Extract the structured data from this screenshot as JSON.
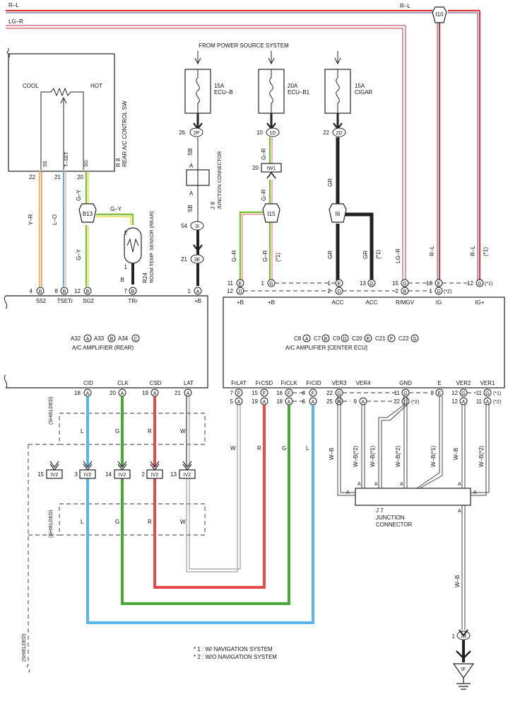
{
  "top_wires": {
    "rl": "R–L",
    "lgr": "LG–R",
    "rl_right": "R–L"
  },
  "i10": "I10",
  "source": "FROM POWER SOURCE SYSTEM",
  "fuses": [
    {
      "amp": "15A",
      "name": "ECU–B",
      "pin": "26",
      "conn": "2P"
    },
    {
      "amp": "20A",
      "name": "ECU–B1",
      "pin": "10",
      "conn": "1D"
    },
    {
      "amp": "15A",
      "name": "CIGAR",
      "pin": "22",
      "conn": "2D"
    }
  ],
  "control_sw": {
    "code": "R 8",
    "name": "REAR A/C CONTROL SW",
    "cool": "COOL",
    "hot": "HOT",
    "pins": [
      "S5",
      "T–SET",
      "SG"
    ],
    "nums": [
      "22",
      "21",
      "20"
    ],
    "wires": [
      "Y–R",
      "L–O",
      "G–Y"
    ]
  },
  "b13": "B13",
  "gy": "G–Y",
  "sensor": {
    "code": "R24",
    "name": "ROOM TEMP. SENSOR (REAR)",
    "pin_top": "2",
    "pin_bot": "1",
    "wire": "B"
  },
  "j9": {
    "code": "J 9",
    "name": "JUNCTION CONNECTOR",
    "a": "A",
    "sb": "SB",
    "p1": "54",
    "c1": "3I",
    "p2": "21",
    "c2": "3E"
  },
  "rear_amp": {
    "line1": [
      "A32",
      "A",
      "A33",
      "B",
      "A34",
      "C"
    ],
    "name": "A/C AMPLIFIER (REAR)",
    "top_labels": [
      "S52",
      "TSETr",
      "SG2",
      "TRr",
      "+B"
    ],
    "top_pins": [
      "4",
      "8",
      "12",
      "7",
      "1"
    ],
    "top_conns": [
      "B",
      "B",
      "B",
      "B",
      "A"
    ],
    "bot_labels": [
      "CID",
      "CLK",
      "CSD",
      "LAT"
    ],
    "bot_pins": [
      "18",
      "20",
      "19",
      "21"
    ],
    "bot_conns": [
      "A",
      "A",
      "A",
      "A"
    ]
  },
  "iw1": {
    "pin": "20",
    "name": "IW1"
  },
  "i15": "I15",
  "i6": "I6",
  "center_amp": {
    "line1": [
      "C8",
      "A",
      "C7",
      "B",
      "C9",
      "D",
      "C20",
      "E",
      "C21",
      "F",
      "C22",
      "G"
    ],
    "name": "A/C AMPLIFIER [CENTER ECU]",
    "top_labels": [
      "+B",
      "+B",
      "ACC",
      "ACC",
      "R/MGV",
      "IG",
      "IG+"
    ],
    "bot_labels": [
      "FrLAT",
      "FrCSD",
      "FrCLK",
      "FrCID",
      "VER3",
      "VER4",
      "GND",
      "E",
      "VER2",
      "VER1"
    ]
  },
  "center_top_rows": [
    [
      "11",
      "E"
    ],
    [
      "12",
      "D"
    ],
    [
      "1",
      "G"
    ],
    [
      "1",
      "E"
    ],
    [
      "2",
      "D"
    ],
    [
      "13",
      "G"
    ],
    [
      "15",
      "G"
    ],
    [
      "2",
      "B"
    ],
    [
      "10",
      "E"
    ],
    [
      "1",
      "D"
    ],
    [
      "12",
      "G"
    ]
  ],
  "center_wires": [
    "G–R",
    "G–R",
    "(*1)",
    "GR",
    "GR",
    "(*1)",
    "LG–R",
    "R–L",
    "R–L",
    "(*1)",
    "(*2)",
    "(*1)"
  ],
  "center_bot_rows": [
    [
      "7",
      "F",
      "8",
      "F"
    ],
    [
      "5",
      "A",
      "6",
      "A"
    ],
    [
      "15",
      "F"
    ],
    [
      "19",
      "A"
    ],
    [
      "16",
      "F"
    ],
    [
      "18",
      "A"
    ],
    [
      "22",
      "G"
    ],
    [
      "25",
      "A"
    ],
    [
      "9",
      "A"
    ],
    [
      "11",
      "G"
    ],
    [
      "22",
      "D"
    ],
    [
      "8",
      "E"
    ],
    [
      "12",
      "G"
    ],
    [
      "11",
      "G"
    ],
    [
      "12",
      "A"
    ],
    [
      "11",
      "A"
    ]
  ],
  "center_marks": [
    "(*1)",
    "(*2)",
    "(*2)",
    "(*1)",
    "(*2)"
  ],
  "rear_wires": [
    "L",
    "G",
    "R",
    "W"
  ],
  "iv2": {
    "name": "IV2",
    "pins": [
      "15",
      "3",
      "14",
      "2",
      "13"
    ]
  },
  "shielded": "(SHIELDED)",
  "front_wires": [
    "W",
    "R",
    "G",
    "L"
  ],
  "wb_wires": [
    "W–B",
    "W–B(*2)",
    "W–B(*1)",
    "W–B(*2)",
    "W–B(*1)",
    "W–B",
    "W–B(*2)"
  ],
  "j7": {
    "code": "J 7",
    "name1": "JUNCTION",
    "name2": "CONNECTOR",
    "a": "A"
  },
  "ground": {
    "pin": "1",
    "conn": "2B",
    "wire": "W–B",
    "name": "IF"
  },
  "notes": [
    "* 1 : W/ NAVIGATION SYSTEM",
    "* 2 : W/O NAVIGATION SYSTEM"
  ]
}
